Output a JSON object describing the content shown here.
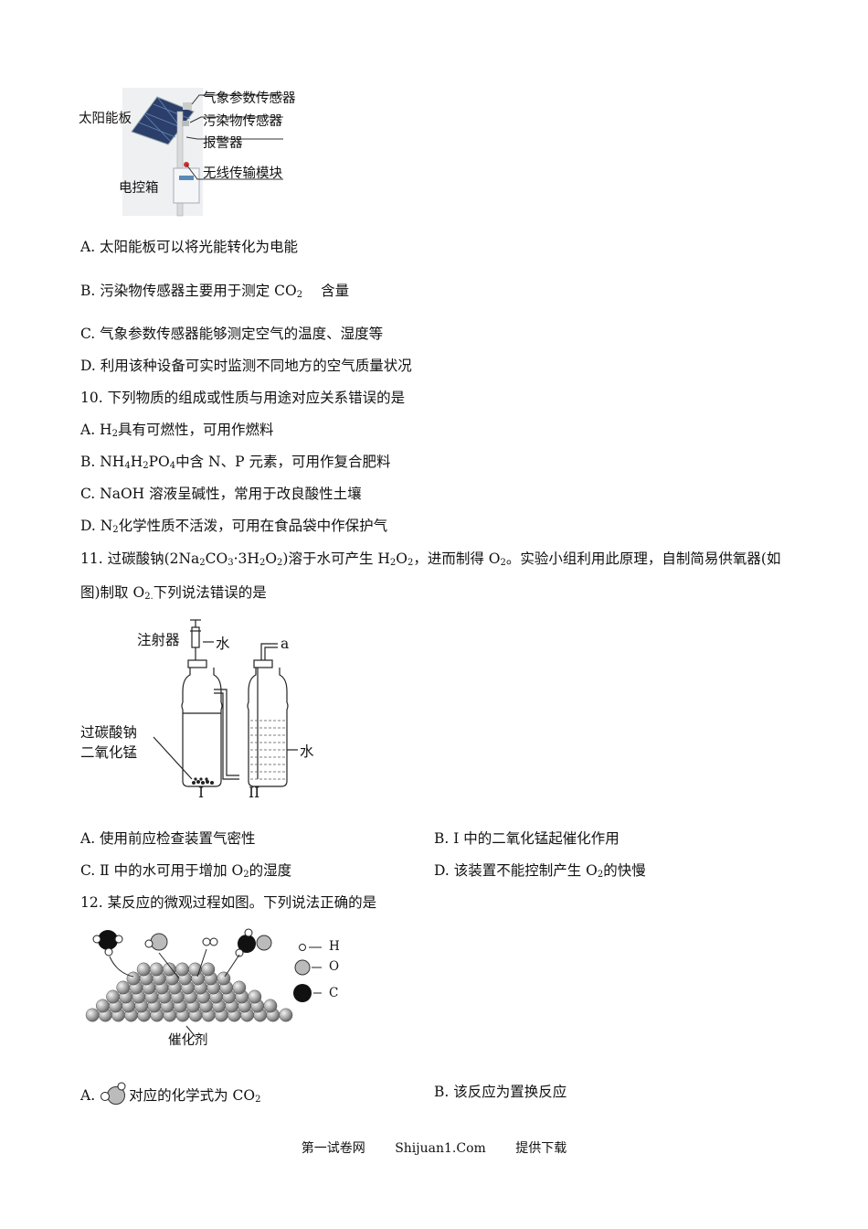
{
  "figure1": {
    "solar_panel": "太阳能板",
    "weather_sensor": "气象参数传感器",
    "pollutant_sensor": "污染物传感器",
    "alarm": "报警器",
    "wireless_module": "无线传输模块",
    "control_box": "电控箱"
  },
  "q9": {
    "a": "A. 太阳能板可以将光能转化为电能",
    "b_pre": "B. 污染物传感器主要用于测定 CO",
    "b_sub": "2",
    "b_post": "含量",
    "c": "C. 气象参数传感器能够测定空气的温度、湿度等",
    "d": "D. 利用该种设备可实时监测不同地方的空气质量状况"
  },
  "q10": {
    "stem": "10. 下列物质的组成或性质与用途对应关系错误的是",
    "a_pre": "A. H",
    "a_sub": "2",
    "a_post": "具有可燃性，可用作燃料",
    "b_1": "B. NH",
    "b_s1": "4",
    "b_2": "H",
    "b_s2": "2",
    "b_3": "PO",
    "b_s3": "4",
    "b_4": "中含 N、P 元素，可用作复合肥料",
    "c": "C. NaOH 溶液呈碱性，常用于改良酸性土壤",
    "d_pre": "D. N",
    "d_sub": "2",
    "d_post": "化学性质不活泼，可用在食品袋中作保护气"
  },
  "q11": {
    "s1": "11. 过碳酸钠(2Na",
    "s1_sub1": "2",
    "s2": "CO",
    "s2_sub": "3",
    "s3": "·3H",
    "s3_sub": "2",
    "s4": "O",
    "s4_sub": "2",
    "s5": ")溶于水可产生 H",
    "s5_sub": "2",
    "s6": "O",
    "s6_sub": "2",
    "s7": "，进而制得 O",
    "s7_sub": "2",
    "s8": "。实验小组利用此原理，自制简易供氧器(如",
    "line2_pre": "图)制取 O",
    "line2_sub": "2.",
    "line2_post": "下列说法错误的是",
    "fig": {
      "syringe": "注射器",
      "water_top": "水",
      "outlet": "a",
      "reagent1": "过碳酸钠",
      "reagent2": "二氧化锰",
      "water_right": "水",
      "bottle1": "I",
      "bottle2": "II"
    },
    "a": "A. 使用前应检查装置气密性",
    "b": "B. I 中的二氧化锰起催化作用",
    "c_pre": "C. Ⅱ 中的水可用于增加 O",
    "c_sub": "2",
    "c_post": "的湿度",
    "d_pre": "D. 该装置不能控制产生 O",
    "d_sub": "2",
    "d_post": "的快慢"
  },
  "q12": {
    "stem": "12. 某反应的微观过程如图。下列说法正确的是",
    "fig": {
      "legend_h": "H",
      "legend_o": "O",
      "legend_c": "C",
      "catalyst": "催化剂"
    },
    "a_pre": "A.",
    "a_post": "对应的化学式为 CO",
    "a_sub": "2",
    "b": "B. 该反应为置换反应"
  },
  "footer": {
    "left": "第一试卷网",
    "middle": "Shijuan1.Com",
    "right": "提供下载"
  }
}
